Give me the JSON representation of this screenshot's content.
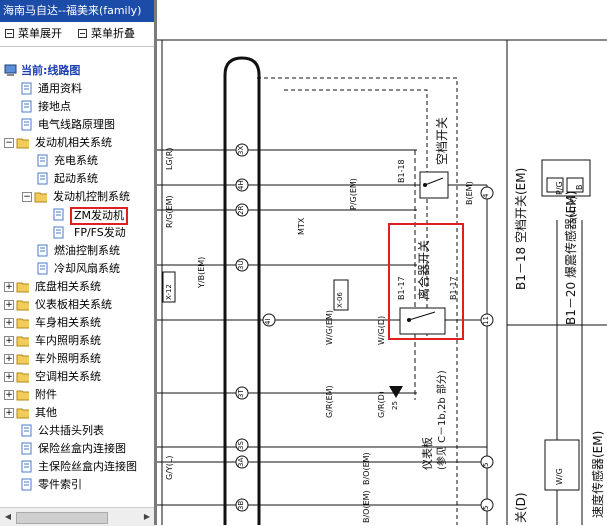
{
  "window": {
    "title": "海南马自达--福美来(family)"
  },
  "toolbar": {
    "expand_label": "菜单展开",
    "collapse_label": "菜单折叠"
  },
  "tree": {
    "root_label": "当前:线路图",
    "items": [
      {
        "label": "通用资料"
      },
      {
        "label": "接地点"
      },
      {
        "label": "电气线路原理图"
      },
      {
        "label": "发动机相关系统"
      },
      {
        "label": "充电系统"
      },
      {
        "label": "起动系统"
      },
      {
        "label": "发动机控制系统"
      },
      {
        "label": "ZM发动机"
      },
      {
        "label": "FP/FS发动"
      },
      {
        "label": "燃油控制系统"
      },
      {
        "label": "冷却风扇系统"
      },
      {
        "label": "底盘相关系统"
      },
      {
        "label": "仪表板相关系统"
      },
      {
        "label": "车身相关系统"
      },
      {
        "label": "车内照明系统"
      },
      {
        "label": "车外照明系统"
      },
      {
        "label": "空调相关系统"
      },
      {
        "label": "附件"
      },
      {
        "label": "其他"
      },
      {
        "label": "公共插头列表"
      },
      {
        "label": "保险丝盒内连接图"
      },
      {
        "label": "主保险丝盒内连接图"
      },
      {
        "label": "零件索引"
      }
    ]
  },
  "diagram": {
    "labels": {
      "neutral_switch": "空档开关",
      "clutch_switch": "离合器开关",
      "b1_18_code": "B1-18",
      "b1_17_code": "B1-17",
      "b1_18_title": "B1－18 空档开关(EM)",
      "b1_20_title": "B1－20 爆震传感器(EM)",
      "speed_sensor_title": "速度传感器(EM)",
      "dash_note_1": "仪表板",
      "dash_note_2": "(参见 C－1b,2b 部分)",
      "mtx": "MTX",
      "mtx2": "(MTX)",
      "connector_pg": "P/G",
      "connector_b": "B",
      "connector_wg": "W/G",
      "wire_lg": "LG(R)",
      "wire_rg": "R/G(EM)",
      "wire_yb": "Y/B(EM)",
      "wire_gyl": "G/Y(L)",
      "wire_pg": "P/G(EM)",
      "wire_wgem": "W/G(EM)",
      "wire_wg": "W/G(D)",
      "wire_gr": "G/R(EM)",
      "wire_grd": "G/R(D)",
      "wire_bo": "B/O(EM)",
      "wire_bod": "B/O(EM)",
      "wire_bem": "B(EM)",
      "pin_3x": "3X",
      "pin_4h": "4H",
      "pin_2r": "2R",
      "pin_3u": "3U",
      "pin_4i": "4I",
      "pin_3t": "3T",
      "pin_3s": "3S",
      "pin_3a": "3A",
      "pin_3b": "3B",
      "x12": "X-12",
      "x06": "X-06",
      "n4": "4",
      "n5": "5",
      "n11": "11",
      "n25": "25",
      "n5b": "5",
      "side_d": "关(D)"
    }
  }
}
